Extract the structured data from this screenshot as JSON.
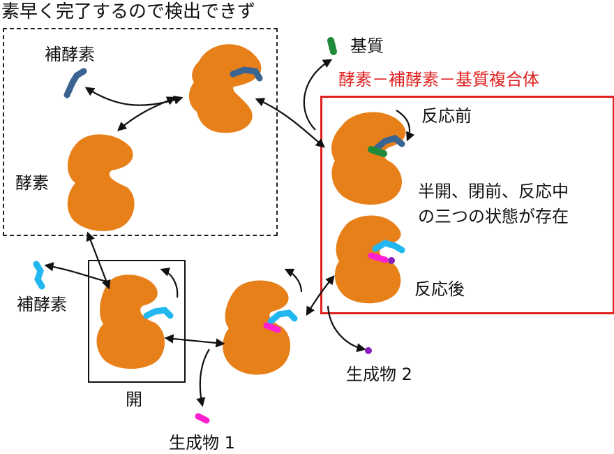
{
  "labels": {
    "top_caption": "素早く完了するので検出できず",
    "coenzyme_top": "補酵素",
    "enzyme": "酵素",
    "substrate": "基質",
    "complex_title": "酵素－補酵素－基質複合体",
    "before_reaction": "反応前",
    "states_line1": "半開、閉前、反応中",
    "states_line2": "の三つの状態が存在",
    "after_reaction": "反応後",
    "coenzyme_left": "補酵素",
    "open": "開",
    "product1": "生成物 1",
    "product2": "生成物 2"
  },
  "colors": {
    "enzyme": "#e8801a",
    "coenzyme_dark": "#3a6491",
    "coenzyme_light": "#22b7ee",
    "substrate": "#1f8a3a",
    "product1": "#ff1fd0",
    "product2": "#8a1fc0",
    "highlight_box": "#e01f1f"
  }
}
